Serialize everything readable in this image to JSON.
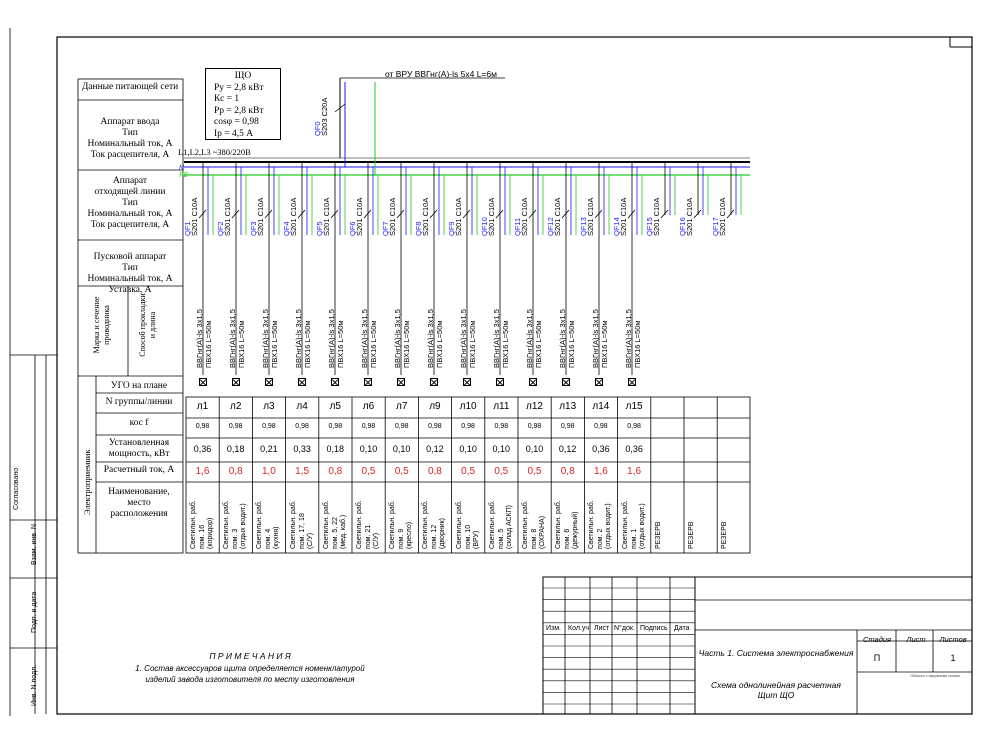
{
  "panel": {
    "name": "ЩО",
    "params": [
      "Ру = 2,8 кВт",
      "Кс = 1",
      "Рр = 2,8 кВт",
      "cosφ = 0,98",
      "Iр = 4,5 А"
    ]
  },
  "feed_label": "от ВРУ ВВГнг(А)-ls 5х4  L=6м",
  "phase_label": "L1,L2,L3  ~380/220В",
  "bus_n": "N",
  "bus_pe": "PE",
  "main_breaker": {
    "id": "QF0",
    "type": "S203 C20A"
  },
  "left_labels": {
    "supply": "Данные питающей сети",
    "input": "Аппарат ввода\nТип\nНоминальный ток, А\nТок расцепителя, А",
    "outgoing": "Аппарат\nотходящей линии\nТип\nНоминальный ток, А\nТок расцепителя, А",
    "starter": "Пусковой аппарат\nТип\nНоминальный ток, А\nУставка, А",
    "cable_mark": "Марка и сечение\nпроводника",
    "cable_route": "Способ прокладки\nи длина",
    "consumer": "Электроприемник",
    "ugo": "УГО на плане",
    "group": "N группы/линии",
    "cosf": "кос f",
    "power": "Установленная\nмощность, кВт",
    "current": "Расчетный ток, А",
    "name": "Наименование,\nместо\nрасположения"
  },
  "breakers": [
    {
      "id": "QF1",
      "type": "S201 C10A"
    },
    {
      "id": "QF2",
      "type": "S201 C10A"
    },
    {
      "id": "QF3",
      "type": "S201 C10A"
    },
    {
      "id": "QF4",
      "type": "S201 C10A"
    },
    {
      "id": "QF5",
      "type": "S201 C10A"
    },
    {
      "id": "QF6",
      "type": "S201 C10A"
    },
    {
      "id": "QF7",
      "type": "S201 C10A"
    },
    {
      "id": "QF8",
      "type": "S201 C10A"
    },
    {
      "id": "QF9",
      "type": "S201 C10A"
    },
    {
      "id": "QF10",
      "type": "S201 C10A"
    },
    {
      "id": "QF11",
      "type": "S201 C10A"
    },
    {
      "id": "QF12",
      "type": "S201 C10A"
    },
    {
      "id": "QF13",
      "type": "S201 C10A"
    },
    {
      "id": "QF14",
      "type": "S201 C10A"
    },
    {
      "id": "QF15",
      "type": "S201 C10A"
    },
    {
      "id": "QF16",
      "type": "S201 C10A"
    },
    {
      "id": "QF17",
      "type": "S201 C10A"
    }
  ],
  "cable": {
    "mark": "ВВГнг(А)-ls 3х1,5",
    "route": "ПВХ16 L=50м"
  },
  "lines": [
    {
      "group": "л1",
      "cos": "0,98",
      "p": "0,36",
      "i": "1,6",
      "name": "Светильн. раб.\nпом. 16\n(коридор)"
    },
    {
      "group": "л2",
      "cos": "0,98",
      "p": "0,18",
      "i": "0,8",
      "name": "Светильн. раб.\nпом. 3\n(отдых водит.)"
    },
    {
      "group": "л3",
      "cos": "0,98",
      "p": "0,21",
      "i": "1,0",
      "name": "Светильн. раб.\nпом. 4\n(кухня)"
    },
    {
      "group": "л4",
      "cos": "0,98",
      "p": "0,33",
      "i": "1,5",
      "name": "Светильн. раб.\nпом. 17, 18\n(С/У)"
    },
    {
      "group": "л5",
      "cos": "0,98",
      "p": "0,18",
      "i": "0,8",
      "name": "Светильн. раб.\nпом. 5, 22\n(мед. каб.)"
    },
    {
      "group": "л6",
      "cos": "0,98",
      "p": "0,10",
      "i": "0,5",
      "name": "Светильн. раб.\nпом. 21\n(С/У)"
    },
    {
      "group": "л7",
      "cos": "0,98",
      "p": "0,10",
      "i": "0,5",
      "name": "Светильн. раб.\nпом. 9\n(кресло)"
    },
    {
      "group": "л9",
      "cos": "0,98",
      "p": "0,12",
      "i": "0,8",
      "name": "Светильн. раб.\nпом. 12\n(дворник)"
    },
    {
      "group": "л10",
      "cos": "0,98",
      "p": "0,10",
      "i": "0,5",
      "name": "Светильн. раб.\nпом. 10\n(ВРУ)"
    },
    {
      "group": "л11",
      "cos": "0,98",
      "p": "0,10",
      "i": "0,5",
      "name": "Светильн. раб.\nпом. 5\n(склад АСКП)"
    },
    {
      "group": "л12",
      "cos": "0,98",
      "p": "0,10",
      "i": "0,5",
      "name": "Светильн. раб.\nпом. 8\n(ОХРАНА)"
    },
    {
      "group": "л13",
      "cos": "0,98",
      "p": "0,12",
      "i": "0,8",
      "name": "Светильн. раб.\nпом. 6\n(дежурный)"
    },
    {
      "group": "л14",
      "cos": "0,98",
      "p": "0,36",
      "i": "1,6",
      "name": "Светильн. раб.\nпом. 2\n(отдых водит.)"
    },
    {
      "group": "л15",
      "cos": "0,98",
      "p": "0,36",
      "i": "1,6",
      "name": "Светильн. раб.\nпом. 1\n(отдых водит.)"
    },
    {
      "group": "",
      "cos": "",
      "p": "",
      "i": "",
      "name": "РЕЗЕРВ"
    },
    {
      "group": "",
      "cos": "",
      "p": "",
      "i": "",
      "name": "РЕЗЕРВ"
    },
    {
      "group": "",
      "cos": "",
      "p": "",
      "i": "",
      "name": "РЕЗЕРВ"
    }
  ],
  "notes": {
    "title": "П Р И М Е Ч А Н И Я",
    "text": "1. Состав аксессуаров щита определяется номенклатурой\nизделий завода изготовителя по месту изготовления"
  },
  "side_stamp": [
    "Согласовано",
    "Взам. инв. N",
    "Подп. и дата",
    "Инв. N подл."
  ],
  "title_block": {
    "headers": [
      "Изм.",
      "Кол.уч",
      "Лист",
      "N°док.",
      "Подпись",
      "Дата"
    ],
    "project": "Часть 1. Система электроснабжения",
    "stage_hdr": "Стадия",
    "sheet_hdr": "Лист",
    "sheets_hdr": "Листов",
    "stage": "П",
    "sheet": "",
    "sheets": "1",
    "drawing": "Схема однолинейная расчетная\nЩит ЩО",
    "org": "Объекты с наружными сетями"
  },
  "colors": {
    "phase": "#1a1aff",
    "pe": "#22cc22",
    "accent": "#e02020"
  }
}
